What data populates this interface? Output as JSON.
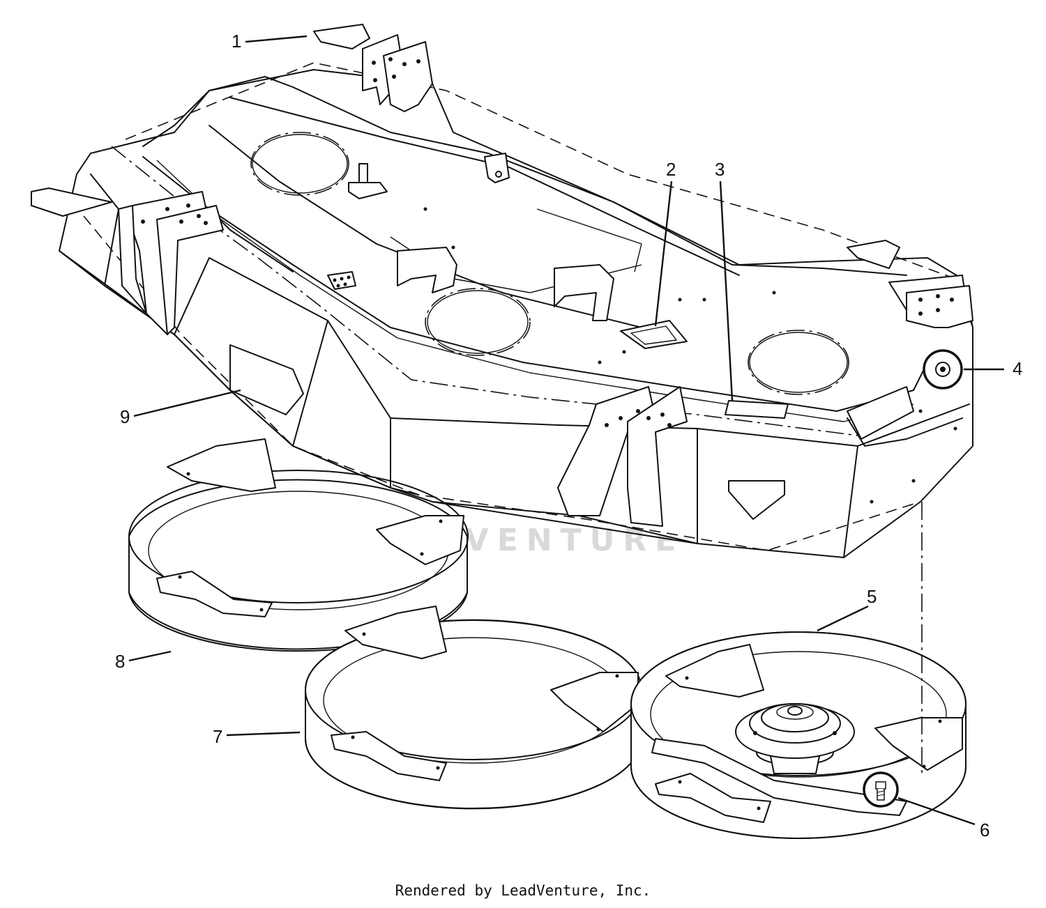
{
  "callouts": [
    {
      "id": "1",
      "label": "1"
    },
    {
      "id": "2",
      "label": "2"
    },
    {
      "id": "3",
      "label": "3"
    },
    {
      "id": "4",
      "label": "4"
    },
    {
      "id": "5",
      "label": "5"
    },
    {
      "id": "6",
      "label": "6"
    },
    {
      "id": "7",
      "label": "7"
    },
    {
      "id": "8",
      "label": "8"
    },
    {
      "id": "9",
      "label": "9"
    }
  ],
  "watermark": "LEADVENTURE",
  "footer": "Rendered by LeadVenture, Inc."
}
